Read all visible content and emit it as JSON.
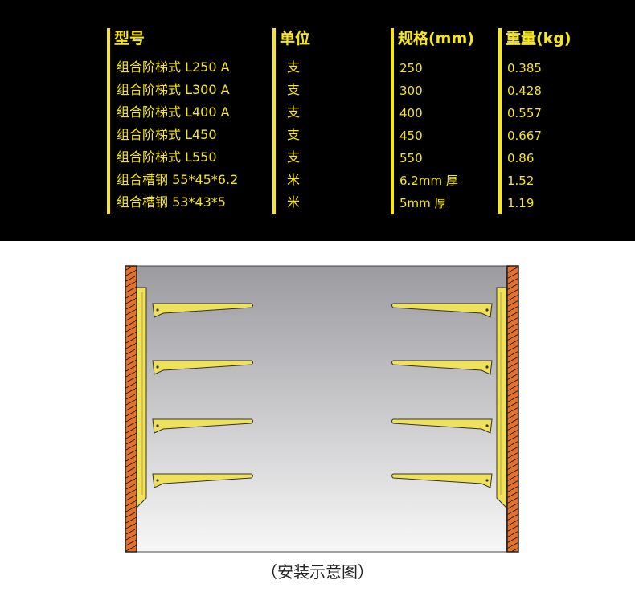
{
  "table": {
    "headers": [
      "型号",
      "单位",
      "规格(mm)",
      "重量(kg)"
    ],
    "rows": [
      [
        "组合阶梯式 L250 A",
        "支",
        "250",
        "0.385"
      ],
      [
        "组合阶梯式 L300 A",
        "支",
        "300",
        "0.428"
      ],
      [
        "组合阶梯式 L400 A",
        "支",
        "400",
        "0.557"
      ],
      [
        "组合阶梯式 L450",
        "支",
        "450",
        "0.667"
      ],
      [
        "组合阶梯式 L550",
        "支",
        "550",
        "0.86"
      ],
      [
        "组合槽钢 55*45*6.2",
        "米",
        "6.2mm 厚",
        "1.52"
      ],
      [
        "组合槽钢 53*43*5",
        "米",
        "5mm 厚",
        "1.19"
      ]
    ]
  },
  "caption": "（安装示意图）",
  "colors": {
    "table_bg": "#000000",
    "table_text": "#f6e61e",
    "bracket": "#f0e15a",
    "wall": "#e4702a",
    "tunnel_bg_top": "#9b9ba0",
    "tunnel_bg_bottom": "#f7f7f7"
  }
}
